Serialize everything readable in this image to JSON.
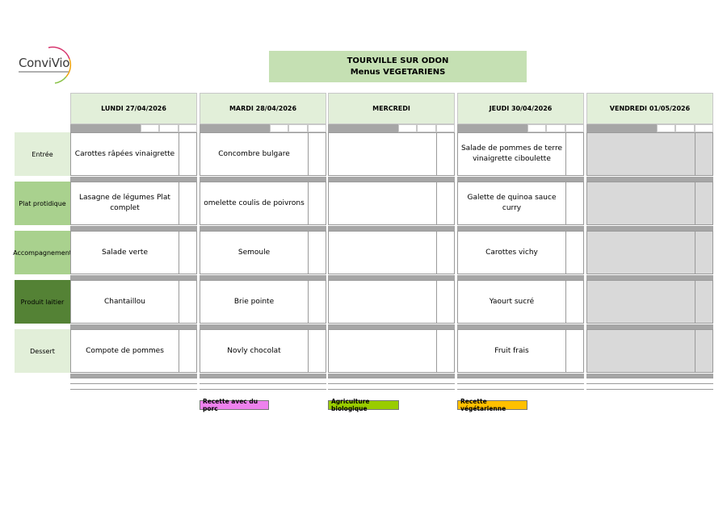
{
  "logo": {
    "text": "ConviVio"
  },
  "title": {
    "line1": "TOURVILLE SUR ODON",
    "line2": "Menus VEGETARIENS"
  },
  "days": [
    {
      "label": "LUNDI  27/04/2026"
    },
    {
      "label": "MARDI 28/04/2026"
    },
    {
      "label": "MERCREDI"
    },
    {
      "label": "JEUDI 30/04/2026"
    },
    {
      "label": "VENDREDI 01/05/2026"
    }
  ],
  "rows": [
    {
      "label": "Entrée",
      "cells": [
        "Carottes râpées vinaigrette",
        "Concombre bulgare",
        "",
        "Salade de pommes de terre vinaigrette ciboulette",
        ""
      ]
    },
    {
      "label": "Plat protidique",
      "cells": [
        "Lasagne de légumes Plat complet",
        "omelette coulis de poivrons",
        "",
        "Galette de quinoa sauce curry",
        ""
      ]
    },
    {
      "label": "Accompagnement",
      "cells": [
        "Salade verte",
        "Semoule",
        "",
        "Carottes vichy",
        ""
      ]
    },
    {
      "label": "Produit laitier",
      "cells": [
        "Chantaillou",
        "Brie pointe",
        "",
        "Yaourt sucré",
        ""
      ]
    },
    {
      "label": "Dessert",
      "cells": [
        "Compote de pommes",
        "Novly chocolat",
        "",
        "Fruit frais",
        ""
      ]
    }
  ],
  "legend": [
    {
      "label": "Recette avec du porc",
      "color": "#ee82ee"
    },
    {
      "label": "Agriculture biologique",
      "color": "#99cc00"
    },
    {
      "label": "Recette végétarienne",
      "color": "#ffc000"
    }
  ],
  "colors": {
    "header_green": "#c5e0b3",
    "day_green": "#e2efd9",
    "label_light": "#e2efd9",
    "label_mid": "#a9d18e",
    "label_dark": "#548235",
    "closed_grey": "#d9d9d9"
  }
}
